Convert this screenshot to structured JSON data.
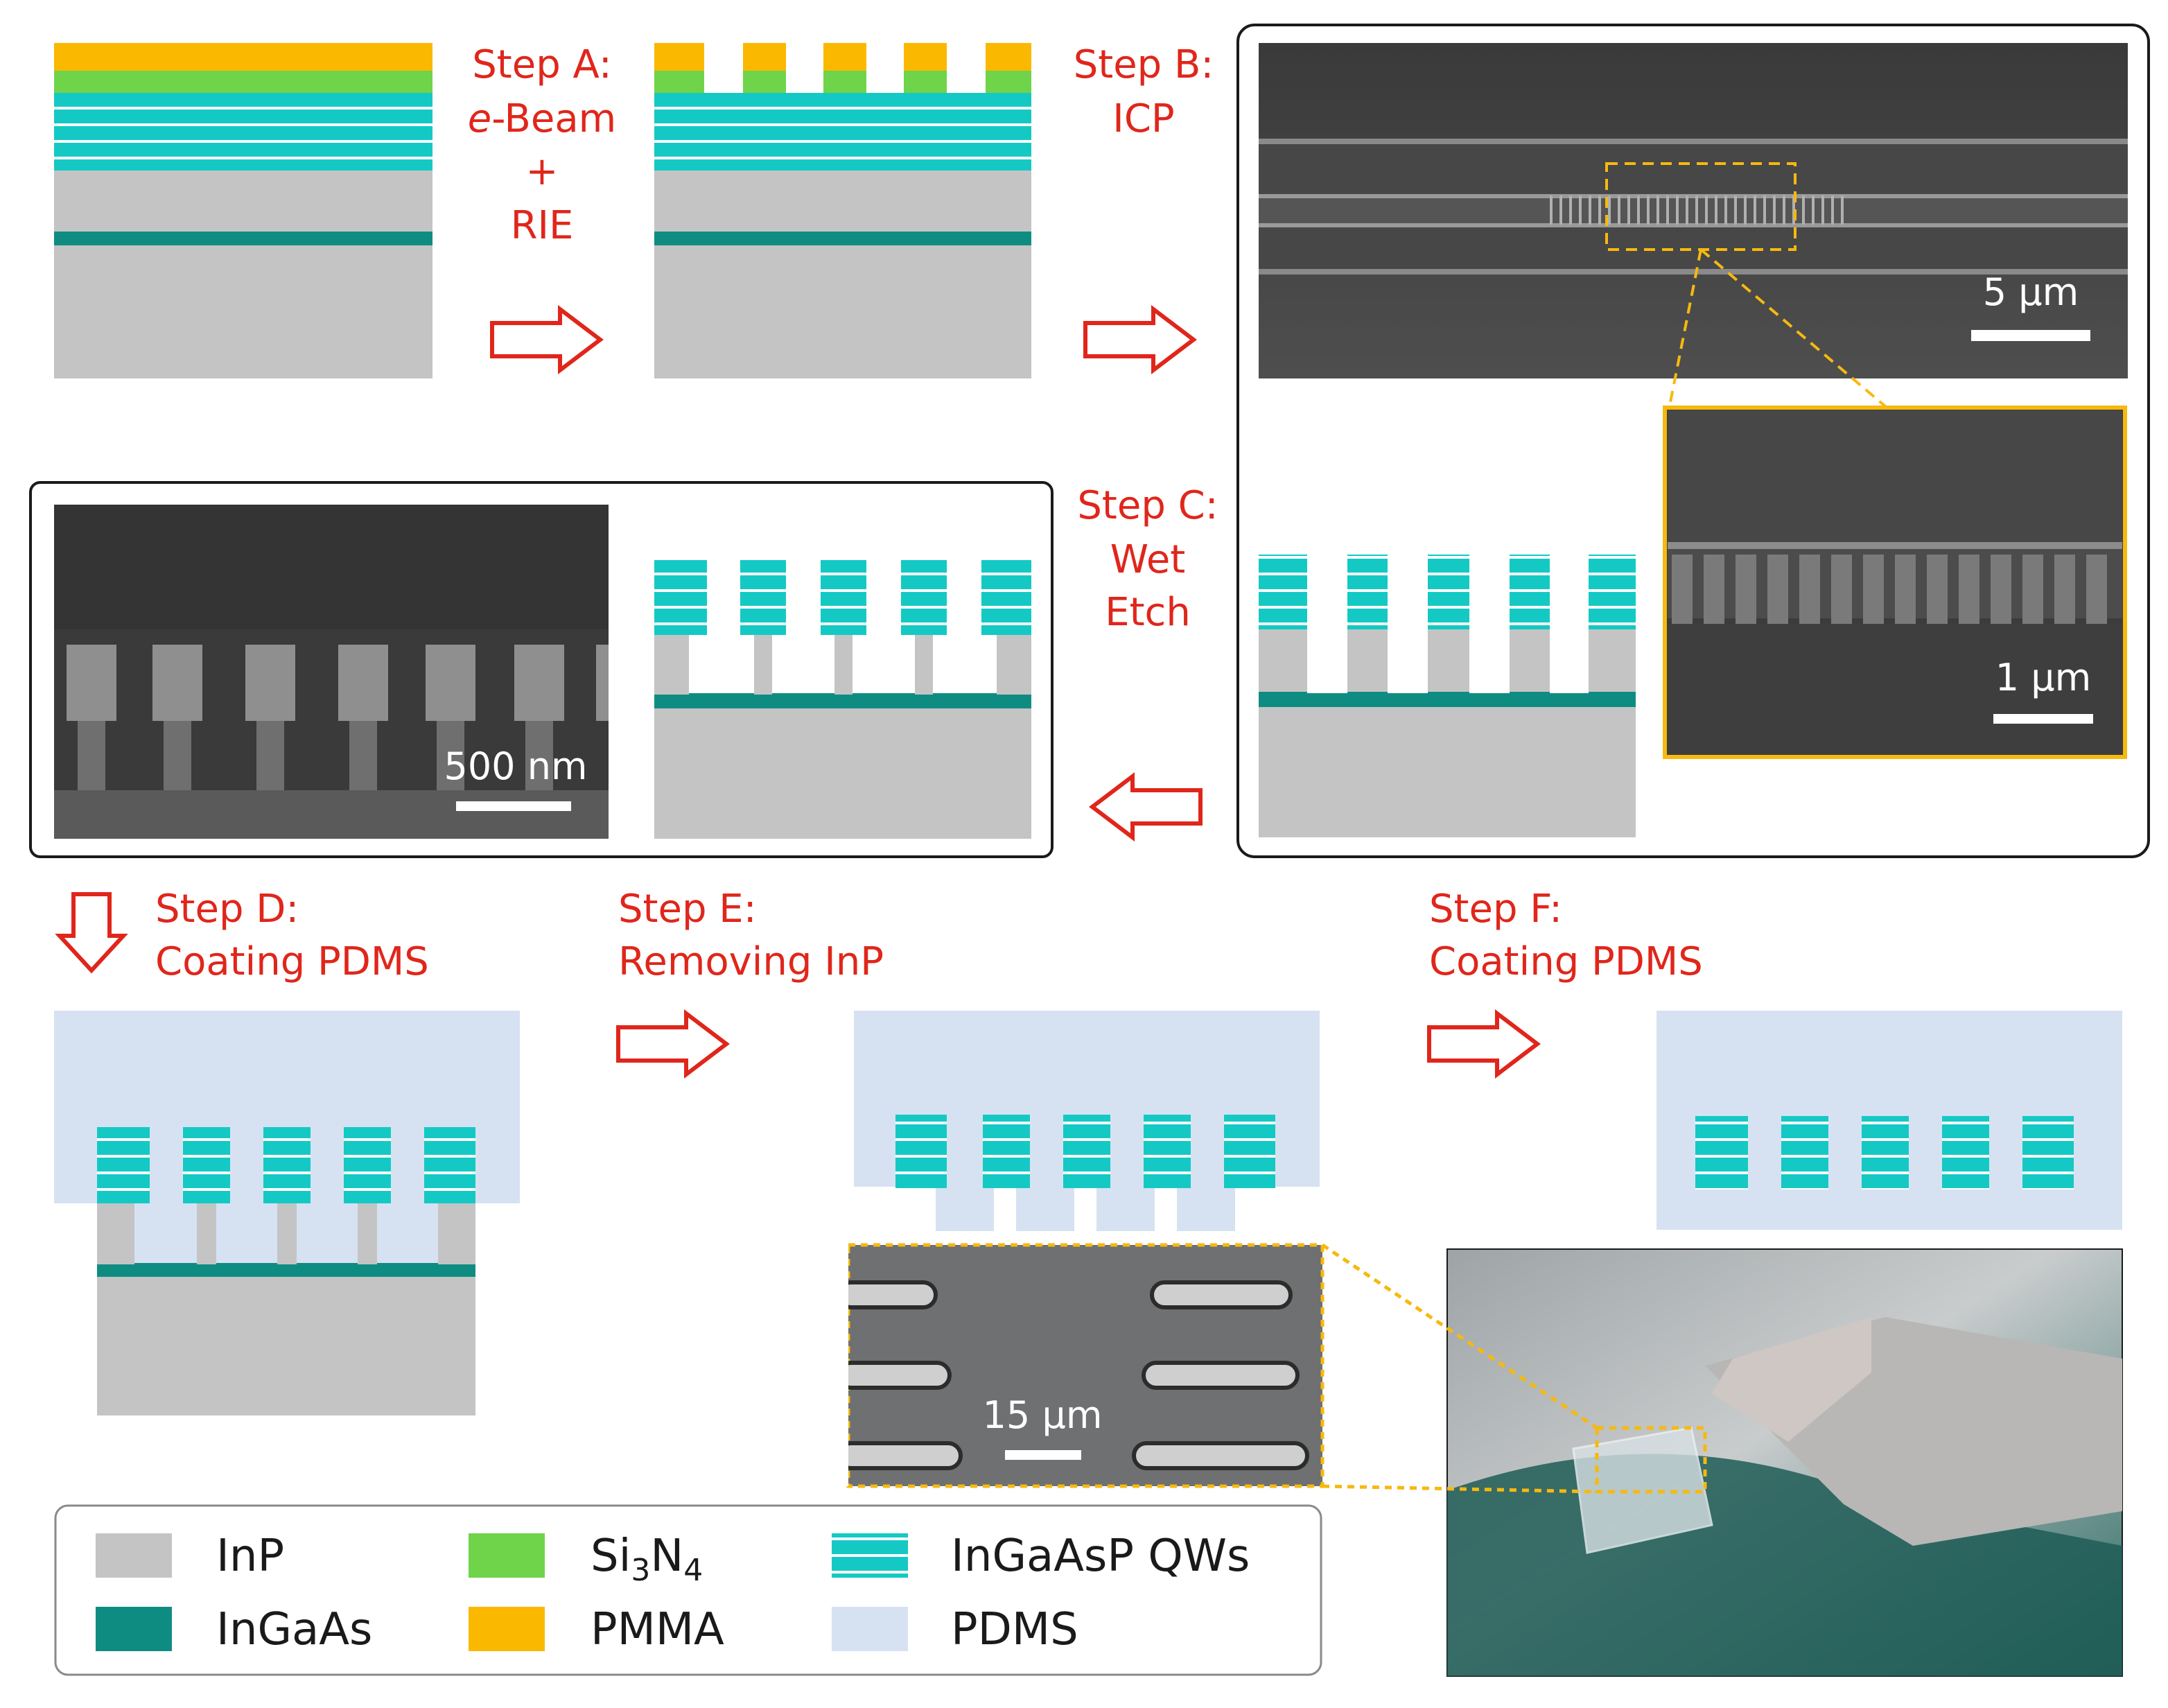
{
  "colors": {
    "InP": "#c4c4c4",
    "InGaAs": "#0f8c82",
    "Si3N4": "#6fd44a",
    "PMMA": "#fbb800",
    "QW": "#14c9c4",
    "PDMS": "#d6e2f2",
    "arrow": "#e0261b",
    "highlight": "#f6b90f"
  },
  "steps": {
    "a": {
      "line1": "Step A:",
      "line2_italic": "e",
      "line2_rest": "-Beam",
      "line3": "+",
      "line4": "RIE"
    },
    "b": {
      "line1": "Step B:",
      "line2": "ICP"
    },
    "c": {
      "line1": "Step C:",
      "line2": "Wet",
      "line3": "Etch"
    },
    "d": {
      "line1": "Step D:",
      "line2": "Coating PDMS"
    },
    "e": {
      "line1": "Step E:",
      "line2": "Removing InP"
    },
    "f": {
      "line1": "Step F:",
      "line2": "Coating PDMS"
    }
  },
  "scale_bars": {
    "sem_top": "5 µm",
    "sem_zoom": "1 µm",
    "sem_left": "500 nm",
    "optical": "15 µm"
  },
  "legend": {
    "inp": "InP",
    "ingaas": "InGaAs",
    "si3n4_a": "Si",
    "si3n4_b": "3",
    "si3n4_c": "N",
    "si3n4_d": "4",
    "pmma": "PMMA",
    "qws": "InGaAsP QWs",
    "pdms": "PDMS"
  }
}
